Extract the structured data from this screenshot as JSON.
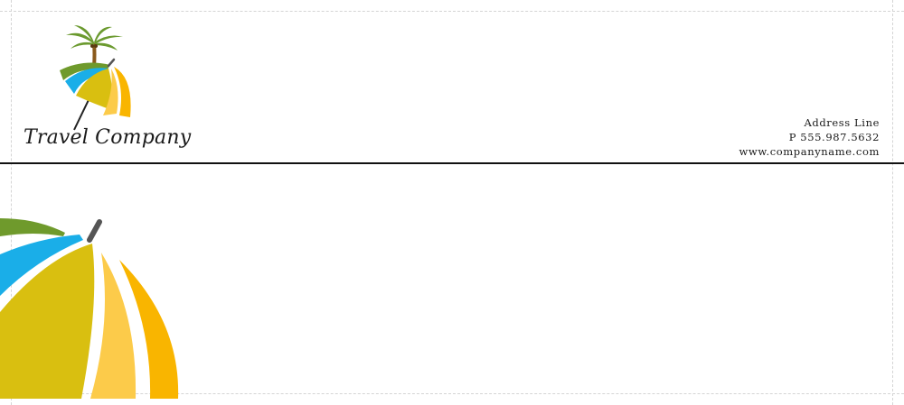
{
  "letterhead": {
    "company_name": "Travel Company",
    "contact": {
      "address": "Address Line",
      "phone": "P  555.987.5632",
      "website": "www.companyname.com"
    }
  },
  "colors": {
    "palm_green": "#6b9a2f",
    "trunk_brown": "#8a5a1c",
    "umbrella_green": "#6f9a2c",
    "umbrella_blue": "#1aaee8",
    "umbrella_olive_yellow": "#d9bf10",
    "umbrella_light_yellow": "#fccb4a",
    "umbrella_orange": "#f9b500",
    "rule": "#111111"
  },
  "icons": {
    "logo": "palm-tree-umbrella-icon",
    "decoration": "beach-umbrella-icon"
  }
}
